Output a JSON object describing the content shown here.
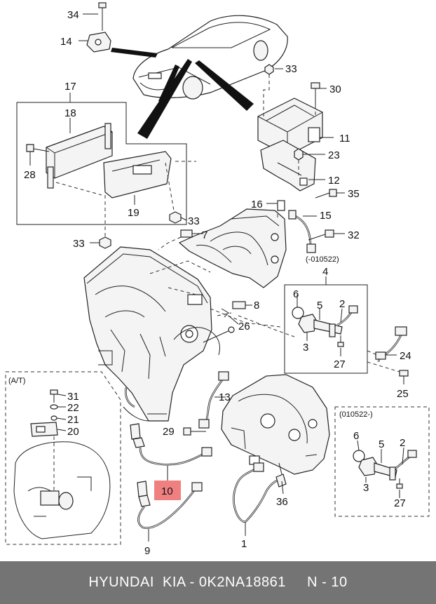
{
  "footer": {
    "text": "HYUNDAI  KIA - 0K2NA18861     N - 10"
  },
  "variants": {
    "at": "(A/T)",
    "before": "(-010522)",
    "after": "(010522-)"
  },
  "callouts": {
    "c34": "34",
    "c14": "14",
    "c33a": "33",
    "c30": "30",
    "c17": "17",
    "c18": "18",
    "c11": "11",
    "c23": "23",
    "c28": "28",
    "c12": "12",
    "c35": "35",
    "c16": "16",
    "c15": "15",
    "c19": "19",
    "c33b": "33",
    "c7": "7",
    "c32": "32",
    "c33c": "33",
    "c4": "4",
    "c6a": "6",
    "c5a": "5",
    "c2a": "2",
    "c8": "8",
    "c26": "26",
    "c3a": "3",
    "c27a": "27",
    "c24": "24",
    "c25": "25",
    "c31": "31",
    "c22": "22",
    "c21": "21",
    "c20": "20",
    "c13": "13",
    "c29": "29",
    "c6b": "6",
    "c5b": "5",
    "c2b": "2",
    "c3b": "3",
    "c27b": "27",
    "c10": "10",
    "c36": "36",
    "c9": "9",
    "c1": "1"
  }
}
